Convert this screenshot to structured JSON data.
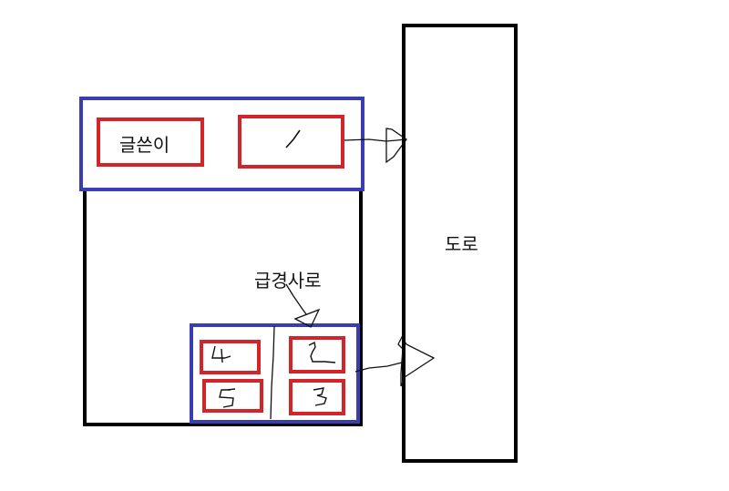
{
  "labels": {
    "writer": "글쓴이",
    "road": "도로",
    "steep_slope": "급경사로"
  },
  "handwritten": {
    "spot_1": "1",
    "spot_2": "2",
    "spot_3": "3",
    "spot_4": "4",
    "spot_5": "5"
  },
  "colors": {
    "outline": "#000000",
    "group": "#3a3db2",
    "spot": "#d3242a"
  }
}
